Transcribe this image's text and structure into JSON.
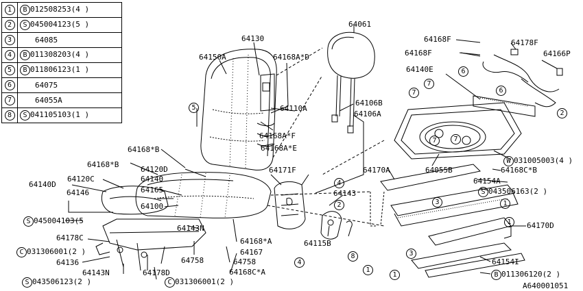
{
  "legend": [
    {
      "key": "1",
      "prefix": "B",
      "part": "012508253",
      "qty": "(4 )"
    },
    {
      "key": "2",
      "prefix": "S",
      "part": "045004123",
      "qty": "(5 )"
    },
    {
      "key": "3",
      "prefix": "",
      "part": "64085",
      "qty": ""
    },
    {
      "key": "4",
      "prefix": "B",
      "part": "011308203",
      "qty": "(4 )"
    },
    {
      "key": "5",
      "prefix": "B",
      "part": "011806123",
      "qty": "(1 )"
    },
    {
      "key": "6",
      "prefix": "",
      "part": "64075",
      "qty": ""
    },
    {
      "key": "7",
      "prefix": "",
      "part": "64055A",
      "qty": ""
    },
    {
      "key": "8",
      "prefix": "S",
      "part": "041105103",
      "qty": "(1 )"
    }
  ],
  "labels": {
    "p64061": "64061",
    "p64130": "64130",
    "p64150A": "64150A",
    "p64168AD": "64168A*D",
    "p64110A": "64110A",
    "p64106B": "64106B",
    "p64106A": "64106A",
    "p64168AF": "64168A*F",
    "p64168AE": "64168A*E",
    "p64168F_1": "64168F",
    "p64178F": "64178F",
    "p64168F_2": "64168F",
    "p64166P": "64166P",
    "p64140E": "64140E",
    "p64168B_1": "64168*B",
    "p64168B_2": "64168*B",
    "p64120D": "64120D",
    "p64140D": "64140D",
    "p64120C": "64120C",
    "p64140": "64140",
    "p64165": "64165",
    "p64146": "64146",
    "p045004103": "045004103(5",
    "p64100": "64100",
    "p64143N_1": "64143N",
    "p64178C": "64178C",
    "p031306001_1": "031306001(2 )",
    "p64136": "64136",
    "p64143N_2": "64143N",
    "p64178D": "64178D",
    "p043506123": "043506123(2 )",
    "p031306001_2": "031306001(2 )",
    "p64758_1": "64758",
    "p64758_2": "64758",
    "p64168CA": "64168C*A",
    "p64171F": "64171F",
    "p64168A": "64168*A",
    "p64167": "64167",
    "p64143": "64143",
    "p64115B": "64115B",
    "p64170A": "64170A",
    "p64055B": "64055B",
    "p031005003": "031005003(4 )",
    "p64168CB": "64168C*B",
    "p64154A": "64154A",
    "p043506163": "043506163(2 )",
    "p64170D": "64170D",
    "p64154I": "64154I",
    "p011306120": "011306120(2 )",
    "figure_id": "A640001051"
  },
  "prefix_marks": {
    "p045004103": "S",
    "p031306001_1": "C",
    "p043506123": "S",
    "p031306001_2": "C",
    "p031005003": "W",
    "p043506163": "S",
    "p011306120": "B"
  },
  "callouts": [
    "5",
    "4",
    "2",
    "8",
    "4",
    "1",
    "7",
    "7",
    "7",
    "7",
    "6",
    "6",
    "2",
    "3",
    "1",
    "1",
    "3",
    "1"
  ]
}
